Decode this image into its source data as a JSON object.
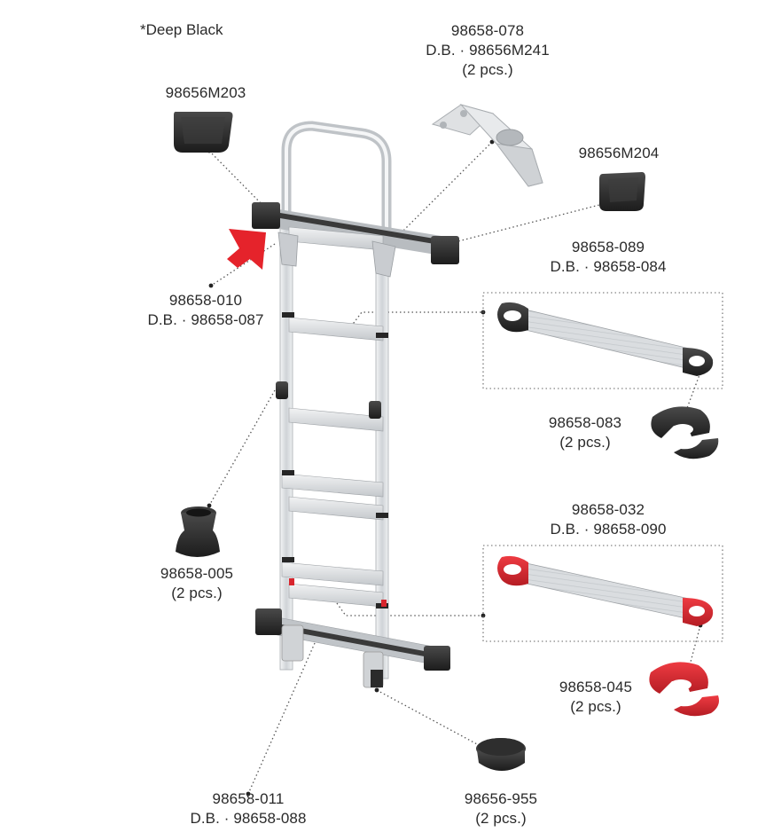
{
  "note": "*Deep Black",
  "callouts": {
    "c1": {
      "lines": [
        "98658-078",
        "D.B. · 98656M241",
        "(2 pcs.)"
      ]
    },
    "c2": {
      "lines": [
        "98656M203"
      ]
    },
    "c3": {
      "lines": [
        "98656M204"
      ]
    },
    "c4": {
      "lines": [
        "98658-089",
        "D.B. · 98658-084"
      ]
    },
    "c5": {
      "lines": [
        "98658-010",
        "D.B. · 98658-087"
      ]
    },
    "c6": {
      "lines": [
        "98658-083",
        "(2 pcs.)"
      ]
    },
    "c7": {
      "lines": [
        "98658-032",
        "D.B. · 98658-090"
      ]
    },
    "c8": {
      "lines": [
        "98658-005",
        "(2 pcs.)"
      ]
    },
    "c9": {
      "lines": [
        "98658-045",
        "(2 pcs.)"
      ]
    },
    "c10": {
      "lines": [
        "98658-011",
        "D.B. · 98658-088"
      ]
    },
    "c11": {
      "lines": [
        "98656-955",
        "(2 pcs.)"
      ]
    }
  },
  "colors": {
    "text": "#2a2a2a",
    "black_part": "#2b2b2b",
    "aluminium": "#d9dcdf",
    "red_part": "#d8262e",
    "arrow": "#e5232b"
  }
}
